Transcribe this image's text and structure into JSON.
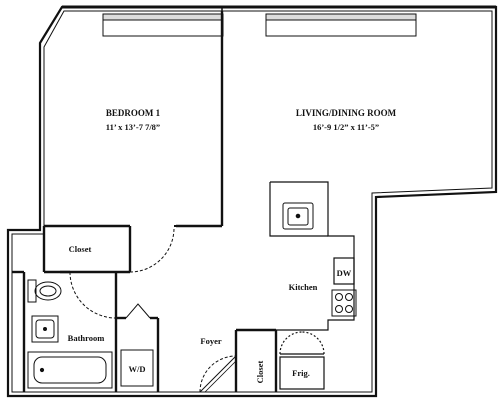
{
  "rooms": {
    "bedroom": {
      "name": "BEDROOM 1",
      "dimensions": "11’ x 13’-7 7/8”"
    },
    "living": {
      "name": "LIVING/DINING ROOM",
      "dimensions": "16’-9 1/2” x 11’-5”"
    },
    "closet_bedroom": {
      "name": "Closet"
    },
    "bathroom": {
      "name": "Bathroom"
    },
    "kitchen": {
      "name": "Kitchen"
    },
    "dishwasher": {
      "name": "DW"
    },
    "foyer": {
      "name": "Foyer"
    },
    "washer_dryer": {
      "name": "W/D"
    },
    "closet_foyer": {
      "name": "Closet"
    },
    "fridge": {
      "name": "Frig."
    }
  }
}
